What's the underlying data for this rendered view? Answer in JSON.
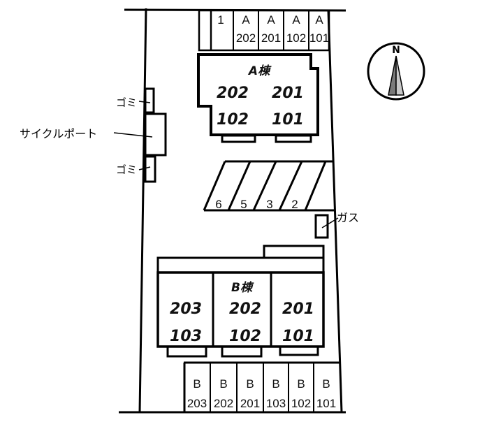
{
  "compass": {
    "north": "N"
  },
  "top_parking": [
    {
      "a": "1",
      "b": ""
    },
    {
      "a": "A",
      "b": "202"
    },
    {
      "a": "A",
      "b": "201"
    },
    {
      "a": "A",
      "b": "102"
    },
    {
      "a": "A",
      "b": "101"
    }
  ],
  "building_a": {
    "name": "A棟",
    "units": [
      "202",
      "201",
      "102",
      "101"
    ]
  },
  "middle_parking": [
    "6",
    "5",
    "3",
    "2"
  ],
  "labels": {
    "gomi_upper": "ゴミ",
    "cycle_port": "サイクルポート",
    "gomi_lower": "ゴミ",
    "gas": "ガス"
  },
  "building_b": {
    "name": "B棟",
    "units": [
      "203",
      "202",
      "201",
      "103",
      "102",
      "101"
    ]
  },
  "bottom_parking": [
    {
      "a": "B",
      "b": "203"
    },
    {
      "a": "B",
      "b": "202"
    },
    {
      "a": "B",
      "b": "201"
    },
    {
      "a": "B",
      "b": "103"
    },
    {
      "a": "B",
      "b": "102"
    },
    {
      "a": "B",
      "b": "101"
    }
  ],
  "colors": {
    "line": "#000000",
    "arrow_dark": "#7a7a7a",
    "arrow_light": "#c8c8c8"
  }
}
